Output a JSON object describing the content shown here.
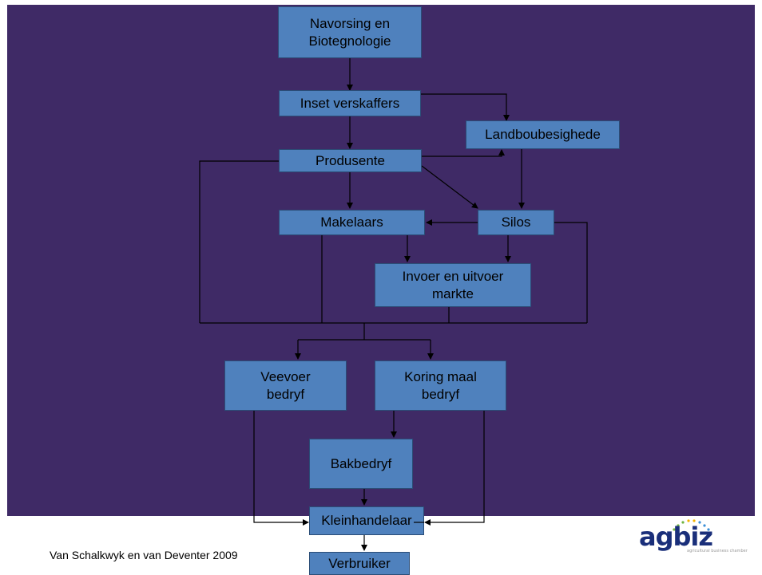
{
  "nodes": {
    "navorsing": "Navorsing en\nBiotegnologie",
    "inset": "Inset verskaffers",
    "landbou": "Landboubesighede",
    "produsente": "Produsente",
    "makelaars": "Makelaars",
    "silos": "Silos",
    "invoer": "Invoer en uitvoer\nmarkte",
    "veevoer": "Veevoer\nbedryf",
    "koring": "Koring maal\nbedryf",
    "bakbedryf": "Bakbedryf",
    "kleinhandelaar": "Kleinhandelaar",
    "verbruiker": "Verbruiker"
  },
  "caption": "Van Schalkwyk en van Deventer 2009",
  "logo": {
    "text": "agbiz",
    "tagline": "agricultural business chamber"
  },
  "colors": {
    "background": "#3f2a66",
    "node_fill": "#4f81bd",
    "line": "#000000"
  }
}
